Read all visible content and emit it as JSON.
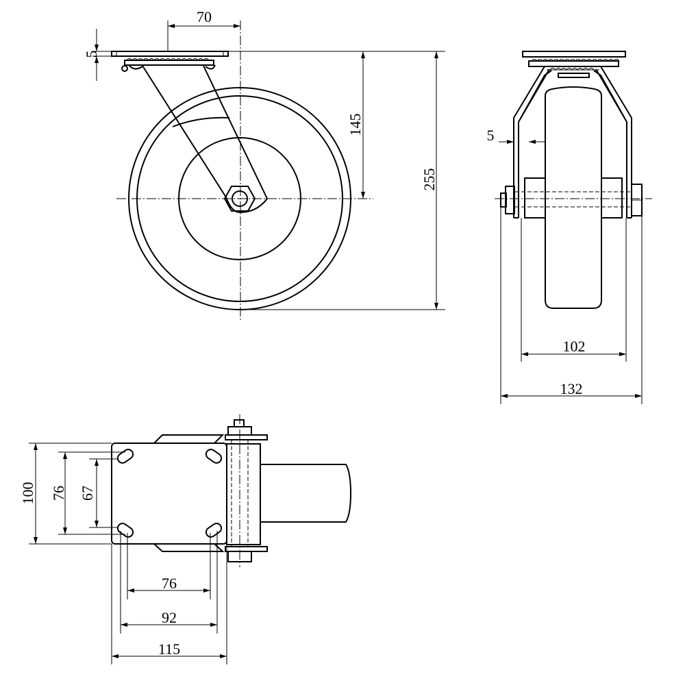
{
  "title": "Swivel caster dimension drawing",
  "colors": {
    "line": "#000000",
    "background": "#ffffff"
  },
  "front_view": {
    "dim_offset": "70",
    "dim_plate_thickness": "5",
    "dim_axle_height": "145",
    "dim_overall_height": "255"
  },
  "side_view": {
    "dim_gap": "5",
    "dim_wheel_width_span": "102",
    "dim_overall_width": "132"
  },
  "bottom_view": {
    "dim_plate_width": "100",
    "dim_hole_pitch_outer_v": "76",
    "dim_hole_pitch_inner_v": "67",
    "dim_hole_pitch_inner_h": "76",
    "dim_hole_pitch_outer_h": "92",
    "dim_plate_length": "115"
  }
}
